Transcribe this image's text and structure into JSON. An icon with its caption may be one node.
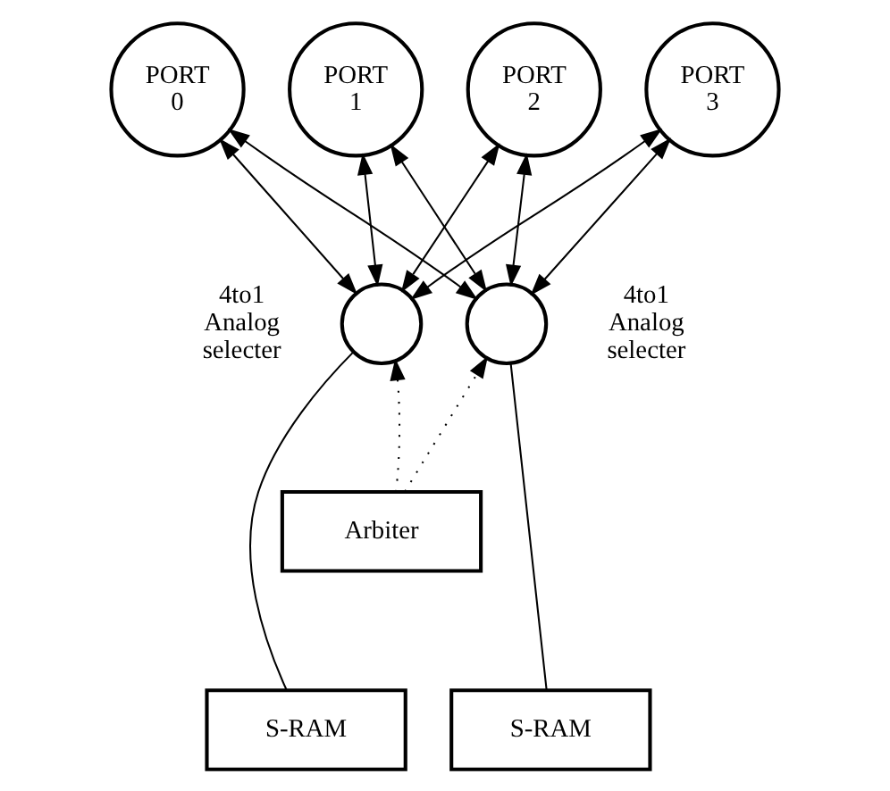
{
  "diagram": {
    "nodes": [
      {
        "text": [
          "PORT",
          "0"
        ]
      },
      {
        "text": [
          "PORT",
          "1"
        ]
      },
      {
        "text": [
          "PORT",
          "2"
        ]
      },
      {
        "text": [
          "PORT",
          "3"
        ]
      },
      {
        "text": [],
        "shape": "circle",
        "beside": [
          "4to1 Analog selecter"
        ]
      },
      {
        "text": [],
        "shape": "circle",
        "beside": [
          "4to1 Analog selecter"
        ]
      },
      {
        "text": [
          "Arbiter"
        ]
      },
      {
        "text": [
          "S-RAM"
        ]
      },
      {
        "text": [
          "S-RAM"
        ]
      }
    ],
    "edges": [
      {
        "from": 0,
        "to": 4,
        "arrow": "both"
      },
      {
        "from": 0,
        "to": 5,
        "arrow": "both"
      },
      {
        "from": 1,
        "to": 4,
        "arrow": "both"
      },
      {
        "from": 1,
        "to": 5,
        "arrow": "both"
      },
      {
        "from": 2,
        "to": 4,
        "arrow": "both"
      },
      {
        "from": 2,
        "to": 5,
        "arrow": "both"
      },
      {
        "from": 3,
        "to": 4,
        "arrow": "both"
      },
      {
        "from": 3,
        "to": 5,
        "arrow": "both"
      },
      {
        "from": 6,
        "to": 4,
        "arrow": "to",
        "style": "dashed"
      },
      {
        "from": 6,
        "to": 5,
        "arrow": "to",
        "style": "dashed"
      },
      {
        "from": 4,
        "to": 7,
        "arrow": "none"
      },
      {
        "from": 5,
        "to": 8,
        "arrow": "none"
      }
    ]
  }
}
